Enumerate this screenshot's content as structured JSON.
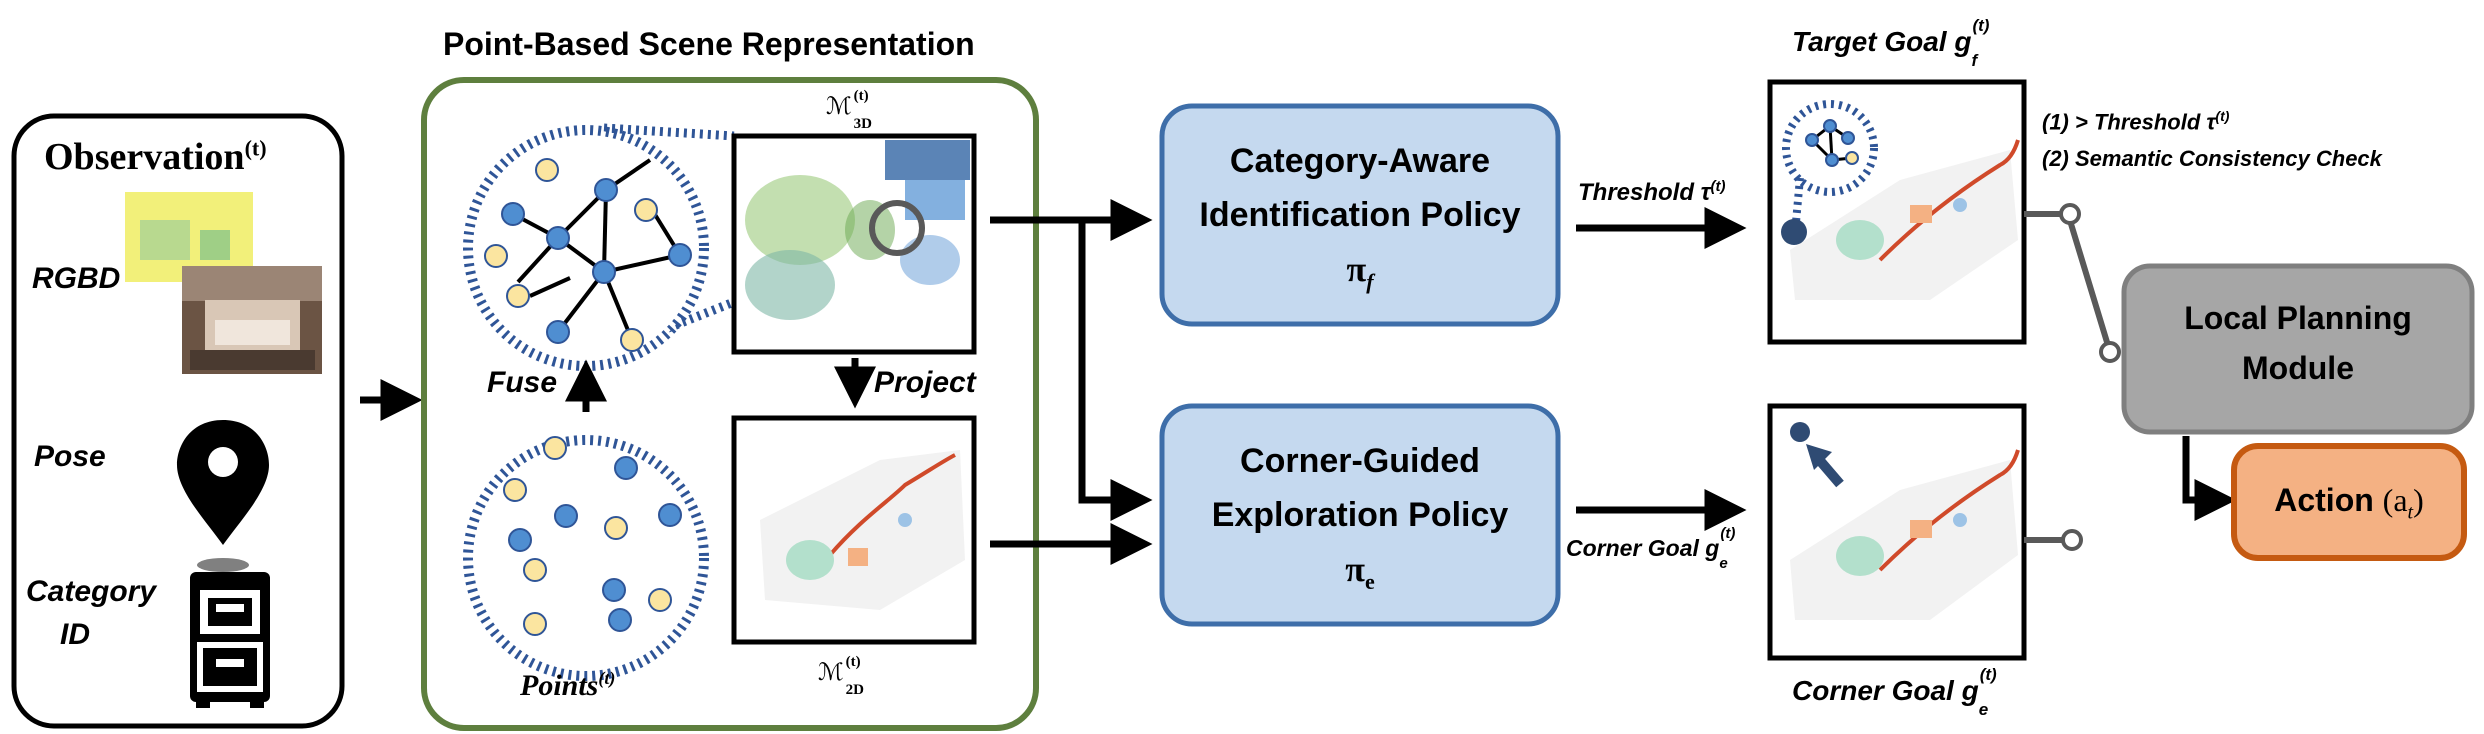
{
  "observation": {
    "title": "Observation",
    "title_sup": "(t)",
    "rgbd_label": "RGBD",
    "pose_label": "Pose",
    "category_label_line1": "Category",
    "category_label_line2": "ID",
    "icons": [
      "rgbd-image-icon",
      "map-pin-icon",
      "file-cabinet-icon"
    ]
  },
  "scene": {
    "title": "Point-Based Scene Representation",
    "fuse_label": "Fuse",
    "project_label": "Project",
    "points_label": "Points",
    "points_sup": "(t)",
    "map3d_label": "ℳ",
    "map3d_sup": "(t)",
    "map3d_sub": "3D",
    "map2d_label": "ℳ",
    "map2d_sup": "(t)",
    "map2d_sub": "2D"
  },
  "policies": {
    "identification_line1": "Category-Aware",
    "identification_line2": "Identification Policy",
    "identification_symbol": "π",
    "identification_sub": "f",
    "exploration_line1": "Corner-Guided",
    "exploration_line2": "Exploration Policy",
    "exploration_symbol": "π",
    "exploration_sub": "e"
  },
  "arrows": {
    "threshold_label": "Threshold τ",
    "threshold_sup": "(t)",
    "corner_goal_label": "Corner Goal g",
    "corner_goal_sub": "e",
    "corner_goal_sup": "(t)"
  },
  "goals": {
    "target_title": "Target Goal g",
    "target_sub": "f",
    "target_sup": "(t)",
    "corner_title": "Corner Goal g",
    "corner_sub": "e",
    "corner_sup": "(t)",
    "check1": "(1) > Threshold τ",
    "check1_sup": "(t)",
    "check2": "(2) Semantic Consistency Check"
  },
  "planning": {
    "line1": "Local Planning",
    "line2": "Module"
  },
  "action": {
    "label": "Action",
    "symbol": "(a",
    "sub": "t",
    "close": ")"
  },
  "colors": {
    "policy_fill": "#c5d9ef",
    "policy_stroke": "#3e6ea9",
    "scene_stroke": "#5e7f3e",
    "planning_fill": "#a6a6a6",
    "planning_stroke": "#7f7f7f",
    "action_fill": "#f4b183",
    "action_stroke": "#c55a11",
    "node_blue": "#4f8ed1",
    "node_yellow": "#fbe5a0",
    "dotted_circle": "#2f5597"
  }
}
